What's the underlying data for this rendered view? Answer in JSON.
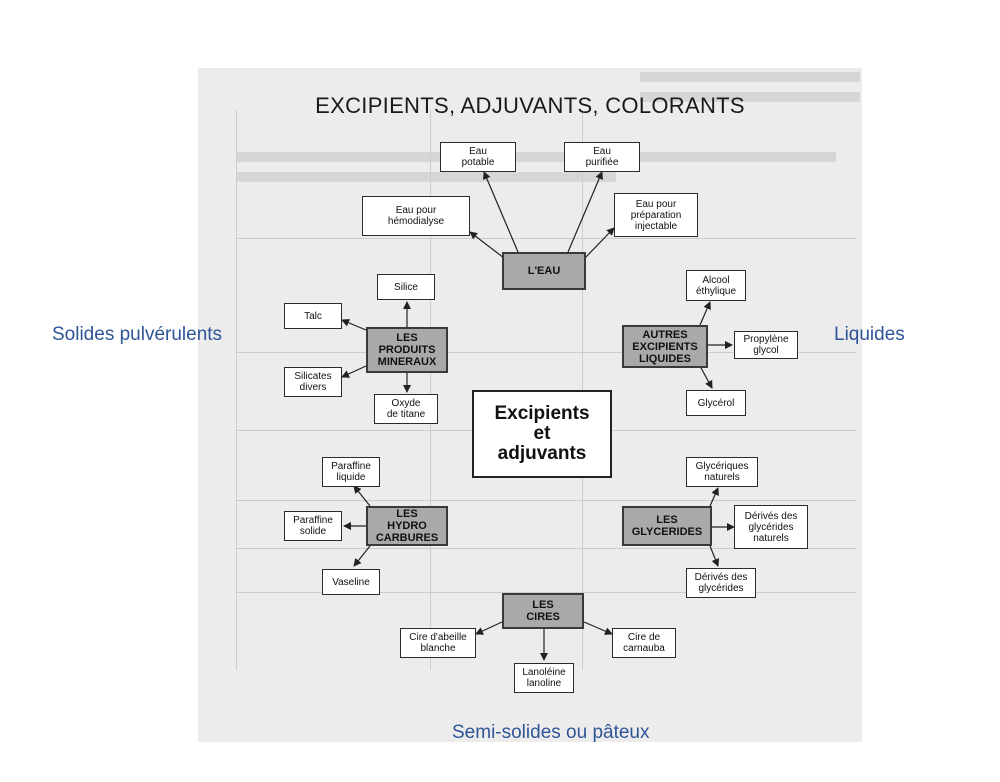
{
  "title": "EXCIPIENTS, ADJUVANTS, COLORANTS",
  "side_labels": {
    "left": "Solides pulvérulents",
    "right": "Liquides",
    "bottom": "Semi-solides ou pâteux"
  },
  "center": "Excipients\net\nadjuvants",
  "categories": {
    "eau": "L'EAU",
    "mineraux": "LES\nPRODUITS\nMINERAUX",
    "liquides": "AUTRES\nEXCIPIENTS\nLIQUIDES",
    "hydrocarbures": "LES\nHYDRO\nCARBURES",
    "glycerides": "LES\nGLYCERIDES",
    "cires": "LES\nCIRES"
  },
  "items": {
    "eau_potable": "Eau\npotable",
    "eau_purifiee": "Eau\npurifiée",
    "eau_hemodialyse": "Eau pour\nhémodialyse",
    "eau_injectable": "Eau pour\npréparation\ninjectable",
    "silice": "Silice",
    "talc": "Talc",
    "silicates": "Silicates\ndivers",
    "oxyde_titane": "Oxyde\nde titane",
    "alcool": "Alcool\néthylique",
    "propylene": "Propylène\nglycol",
    "glycerol": "Glycérol",
    "paraffine_liquide": "Paraffine\nliquide",
    "paraffine_solide": "Paraffine\nsolide",
    "vaseline": "Vaseline",
    "glycerides_naturels": "Glycériques\nnaturels",
    "derives_naturels": "Dérivés des\nglycérides\nnaturels",
    "derives_glycerides": "Dérivés des\nglycérides",
    "cire_abeille": "Cire d'abeille\nblanche",
    "lanoleine": "Lanoléine\nlanoline",
    "cire_carnauba": "Cire de\ncarnauba"
  }
}
